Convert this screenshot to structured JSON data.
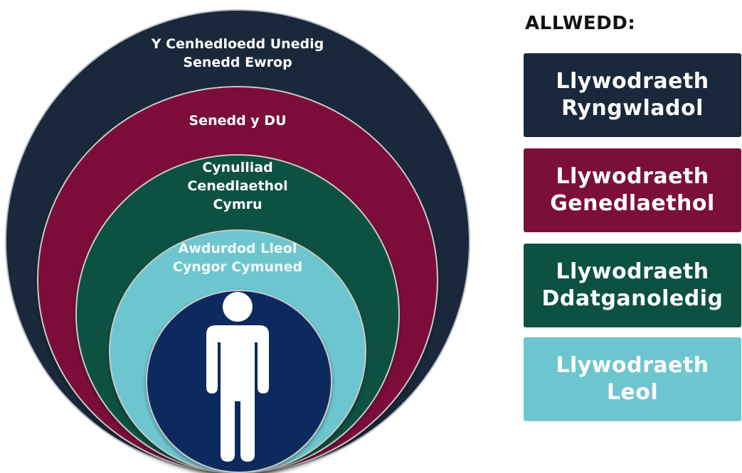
{
  "diagram": {
    "rings": [
      {
        "id": "international",
        "lines": [
          "Y Cenhedloedd Unedig",
          "Senedd Ewrop"
        ],
        "color": "#19283a"
      },
      {
        "id": "national",
        "lines": [
          "Senedd y DU"
        ],
        "color": "#7b0f3a"
      },
      {
        "id": "devolved",
        "lines": [
          "Cynulliad",
          "Cenedlaethol",
          "Cymru"
        ],
        "color": "#0c5142"
      },
      {
        "id": "local",
        "lines": [
          "Awdurdod Lleol",
          "Cyngor Cymuned"
        ],
        "color": "#6dc6cf"
      }
    ],
    "center": {
      "icon": "person-icon",
      "color": "#112a5e"
    }
  },
  "key": {
    "title": "ALLWEDD:",
    "items": [
      {
        "lines": [
          "Llywodraeth",
          "Ryngwladol"
        ],
        "color": "#19283a"
      },
      {
        "lines": [
          "Llywodraeth",
          "Genedlaethol"
        ],
        "color": "#7b0f3a"
      },
      {
        "lines": [
          "Llywodraeth",
          "Ddatganoledig"
        ],
        "color": "#0c5142"
      },
      {
        "lines": [
          "Llywodraeth",
          "Leol"
        ],
        "color": "#6dc6cf"
      }
    ]
  }
}
